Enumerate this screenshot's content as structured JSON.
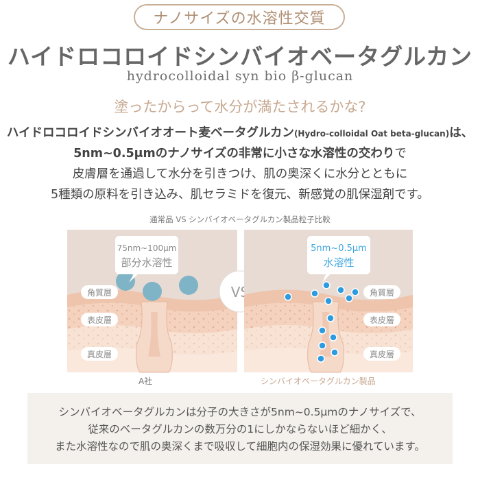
{
  "badge": "ナノサイズの水溶性交質",
  "title": "ハイドロコロイドシンバイオベータグルカン",
  "subtitle": "hydrocolloidal syn bio β-glucan",
  "question": "塗ったからって水分が満たされるかな?",
  "desc": {
    "line1_main": "ハイドロコロイドシンバイオオート麦ベータグルカン",
    "line1_small": "(Hydro-colloidal Oat beta-glucan)",
    "line1_end": "は、",
    "line2_bold": "5nm~0.5μmのナノサイズの非常に小さな水溶性の交わり",
    "line2_end": "で",
    "line3": "皮膚層を通過して水分を引きつけ、肌の奥深くに水分とともに",
    "line4": "5種類の原料を引き込み、肌セラミドを復元、新感覚の肌保湿剤です。"
  },
  "comparison": {
    "caption": "通常品 VS シンバイオベータグルカン製品粒子比較",
    "vs": "VS",
    "left": {
      "bubble_line1": "75nm~100μm",
      "bubble_line2": "部分水溶性",
      "layers": [
        "角質層",
        "表皮層",
        "真皮層"
      ],
      "label": "A社"
    },
    "right": {
      "bubble_line1": "5nm~0.5μm",
      "bubble_line2": "水溶性",
      "layers": [
        "角質層",
        "表皮層",
        "真皮層"
      ],
      "label": "シンバイオベータグルカン製品"
    }
  },
  "note": {
    "line1": "シンバイオベータグルカンは分子の大きさが5nm~0.5μmのナノサイズで、",
    "line2": "従来のベータグルカンの数万分の1にしかならないほど細かく、",
    "line3": "また水溶性なので肌の奥深くまで吸収して細胞内の保湿効果に優れています。"
  },
  "colors": {
    "accent": "#c7a890",
    "bubble_text_left": "#8a8a8a",
    "bubble_text_right": "#3ea7e0",
    "small_particle": "#2d9be0",
    "large_particle": "#7fb3c6",
    "skin_top": "#f0c7b0",
    "skin_mid": "#f6d8c6",
    "skin_bottom": "#f9e4d6",
    "bg_panel": "#e7dbd3"
  }
}
